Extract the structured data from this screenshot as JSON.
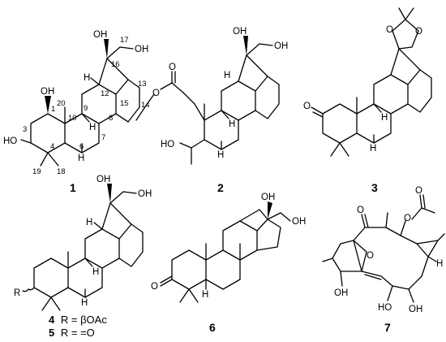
{
  "structures": [
    {
      "id": "1",
      "atoms": {
        "oh_top": "OH",
        "oh_side": "OH",
        "oh_c1": "OH",
        "ho_c3": "HO",
        "h_c12": "H",
        "h_c9": "H",
        "h_c5": "H"
      },
      "numbers": [
        "1",
        "3",
        "4",
        "6",
        "7",
        "8",
        "9",
        "10",
        "12",
        "13",
        "14",
        "15",
        "16",
        "17",
        "18",
        "19",
        "20"
      ]
    },
    {
      "id": "2",
      "atoms": {
        "oh_top": "OH",
        "oh_side": "OH",
        "ho_side": "HO",
        "o_carbonyl": "O",
        "o_ester": "O",
        "h_c12": "H",
        "h_c9": "H",
        "h_c5": "H"
      }
    },
    {
      "id": "3",
      "atoms": {
        "o_left": "O",
        "o_right": "O",
        "o_ketone": "O",
        "h_c9": "H",
        "h_c5": "H"
      }
    },
    {
      "id": "4",
      "atoms": {
        "oh_top": "OH",
        "oh_side": "OH",
        "r": "R",
        "h_c12": "H",
        "h_c9": "H",
        "h_c5": "H"
      },
      "captions": [
        {
          "num": "4",
          "text": "R = βOAc"
        },
        {
          "num": "5",
          "text": "R = =O"
        }
      ]
    },
    {
      "id": "6",
      "atoms": {
        "oh_top": "OH",
        "oh_side": "OH",
        "o_ketone": "O",
        "h_c5": "H"
      }
    },
    {
      "id": "7",
      "atoms": {
        "o_acetyl": "O",
        "o_ester": "O",
        "o_ketone": "O",
        "o_epoxide": "O",
        "oh_a": "OH",
        "ho_b": "HO",
        "oh_c": "OH",
        "h_cp": "H"
      }
    }
  ]
}
